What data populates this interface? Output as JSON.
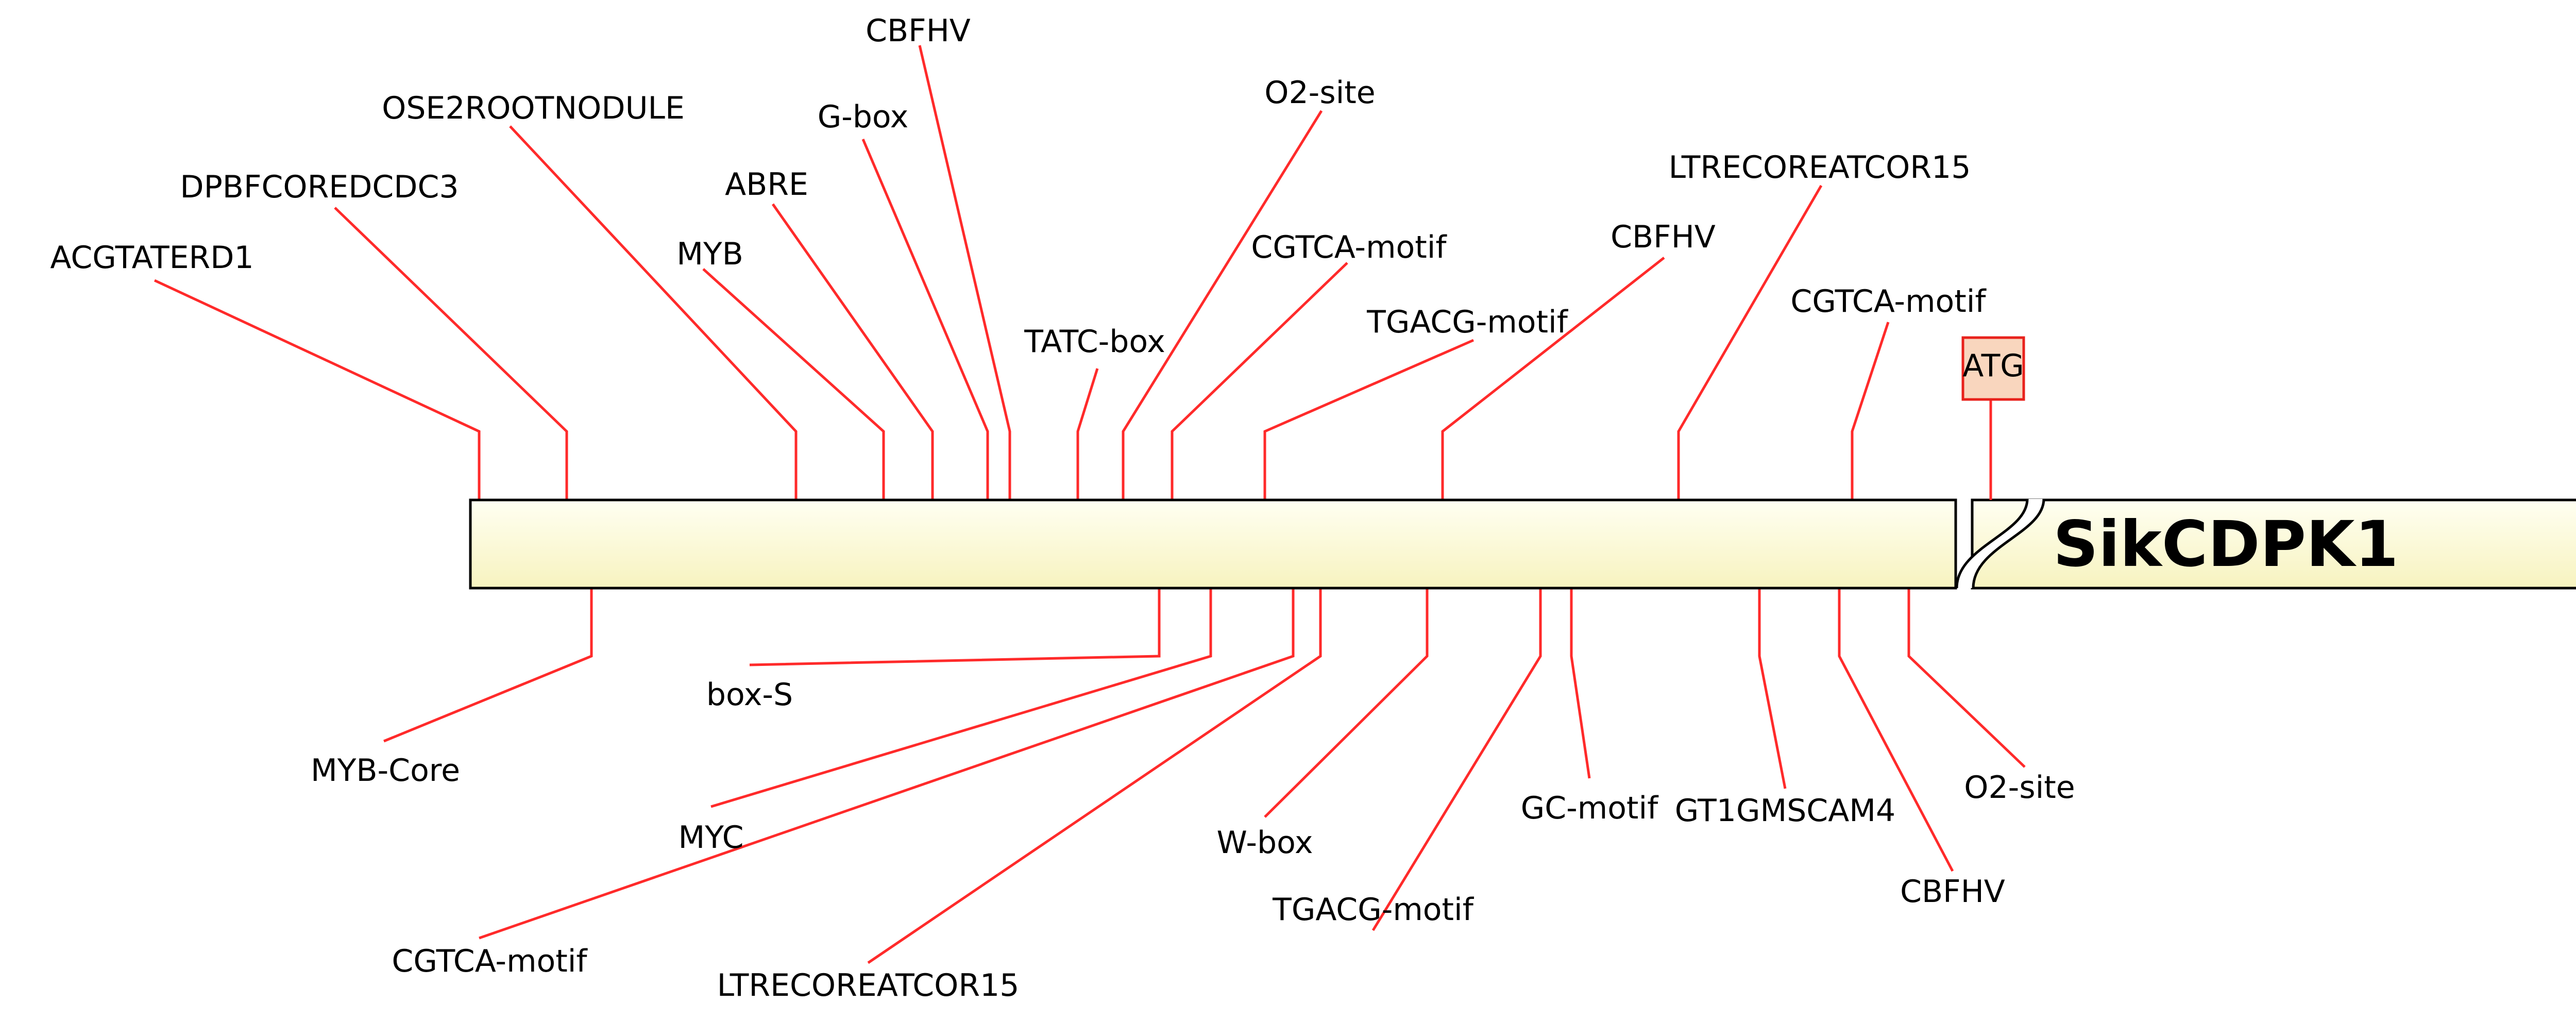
{
  "gene_name": "SikCDPK1",
  "start_codon": "ATG",
  "colors": {
    "line": "#ff2a2a",
    "bar_fill_top": "#fffff2",
    "bar_fill_bottom": "#f7f3bf",
    "bar_stroke": "#000000",
    "atg_fill": "#f9d6be",
    "atg_stroke": "#e8221c"
  },
  "elements_above": [
    {
      "label": "ACGTATERD1"
    },
    {
      "label": "DPBFCOREDCDC3"
    },
    {
      "label": "OSE2ROOTNODULE"
    },
    {
      "label": "MYB"
    },
    {
      "label": "ABRE"
    },
    {
      "label": "G-box"
    },
    {
      "label": "CBFHV"
    },
    {
      "label": "TATC-box"
    },
    {
      "label": "O2-site"
    },
    {
      "label": "CGTCA-motif"
    },
    {
      "label": "TGACG-motif"
    },
    {
      "label": "CBFHV"
    },
    {
      "label": "LTRECOREATCOR15"
    },
    {
      "label": "CGTCA-motif"
    }
  ],
  "elements_below": [
    {
      "label": "MYB-Core"
    },
    {
      "label": "box-S"
    },
    {
      "label": "MYC"
    },
    {
      "label": "CGTCA-motif"
    },
    {
      "label": "LTRECOREATCOR15"
    },
    {
      "label": "W-box"
    },
    {
      "label": "TGACG-motif"
    },
    {
      "label": "GC-motif"
    },
    {
      "label": "GT1GMSCAM4"
    },
    {
      "label": "CBFHV"
    },
    {
      "label": "O2-site"
    }
  ]
}
